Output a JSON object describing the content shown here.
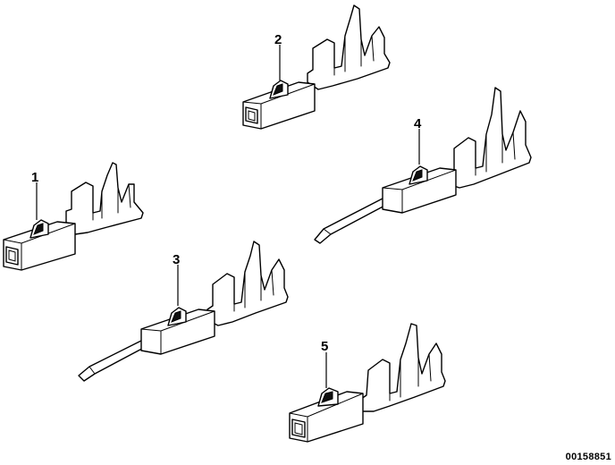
{
  "diagram": {
    "parts": [
      {
        "label": "1"
      },
      {
        "label": "2"
      },
      {
        "label": "3"
      },
      {
        "label": "4"
      },
      {
        "label": "5"
      }
    ],
    "diagram_id": "00158851"
  }
}
